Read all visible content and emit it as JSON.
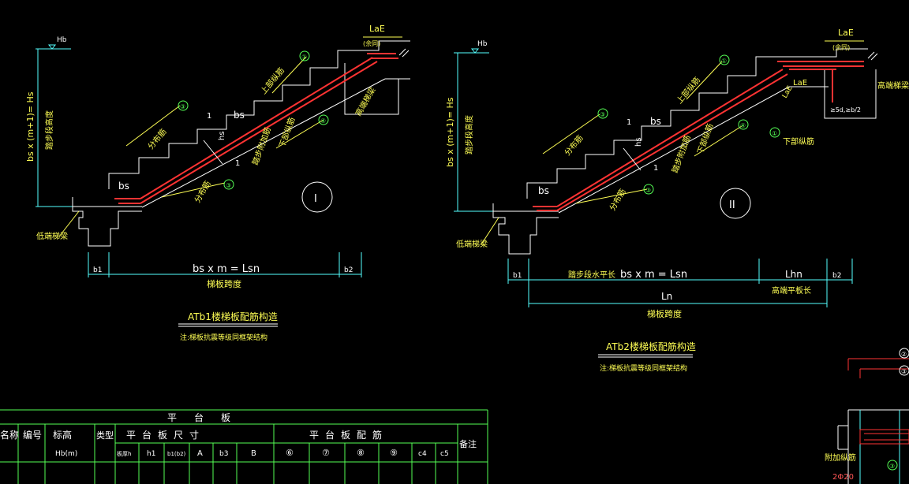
{
  "left_detail": {
    "hb": "Hb",
    "height_dim": "bs x (m+1)= Hs",
    "height_label": "踏步段高度",
    "lae": "LaE",
    "lae_note": "(余同)",
    "top_bar": "上部纵筋",
    "high_beam": "高端梯梁",
    "low_beam": "低端梯梁",
    "dist_bar_upper": "分布筋",
    "dist_bar_lower": "分布筋",
    "bottom_bar": "下部纵筋",
    "cover_bar": "踏步附加筋",
    "bs_upper": "bs",
    "bs_lower": "bs",
    "hs": "hs",
    "section_mark": "1",
    "b1": "b1",
    "b2": "b2",
    "span_dim": "bs x m = Lsn",
    "span_label": "梯板跨度",
    "roman": "I",
    "circles": [
      "①",
      "②",
      "③",
      "④"
    ],
    "title": "ATb1楼梯板配筋构造",
    "note": "注:梯板抗震等级同框架结构"
  },
  "right_detail": {
    "hb": "Hb",
    "height_dim": "bs x (m+1)= Hs",
    "height_label": "踏步段高度",
    "lae": "LaE",
    "lae_note": "(余同)",
    "lae2": "LaE",
    "lae3": "LaE",
    "top_bar": "上部纵筋",
    "high_beam": "高端梯梁",
    "low_beam": "低端梯梁",
    "dist_bar_upper": "分布筋",
    "dist_bar_lower": "分布筋",
    "bottom_bar": "下部纵筋",
    "cover_bar": "踏步附加筋",
    "anchor_note": "≥5d,≥b/2",
    "bs_upper": "bs",
    "bs_lower": "bs",
    "hs": "hs",
    "section_mark": "1",
    "b1": "b1",
    "b2": "b2",
    "step_len_label": "踏步段水平长",
    "span_dim": "bs x m = Lsn",
    "lhn": "Lhn",
    "lhn_label": "高端平板长",
    "ln": "Ln",
    "span_label": "梯板跨度",
    "roman": "II",
    "circles": [
      "①",
      "②",
      "③",
      "④"
    ],
    "title": "ATb2楼梯板配筋构造",
    "note": "注:梯板抗震等级同框架结构"
  },
  "corner_detail": {
    "circles": [
      "②",
      "③",
      "③"
    ],
    "label": "附加纵筋",
    "rebar": "2Φ20"
  },
  "table": {
    "title": "平台板",
    "headers": {
      "name": "名称",
      "number": "编号",
      "elevation": "标高",
      "elevation_unit": "Hb(m)",
      "type": "类型",
      "size_group": "平台板尺寸",
      "rebar_group": "平台板配筋",
      "remark": "备注"
    },
    "size_cols": [
      "板厚h",
      "h1",
      "b1(b2)",
      "A",
      "b3",
      "B"
    ],
    "rebar_cols": [
      "⑥",
      "⑦",
      "⑧",
      "⑨",
      "c4",
      "c5"
    ]
  }
}
